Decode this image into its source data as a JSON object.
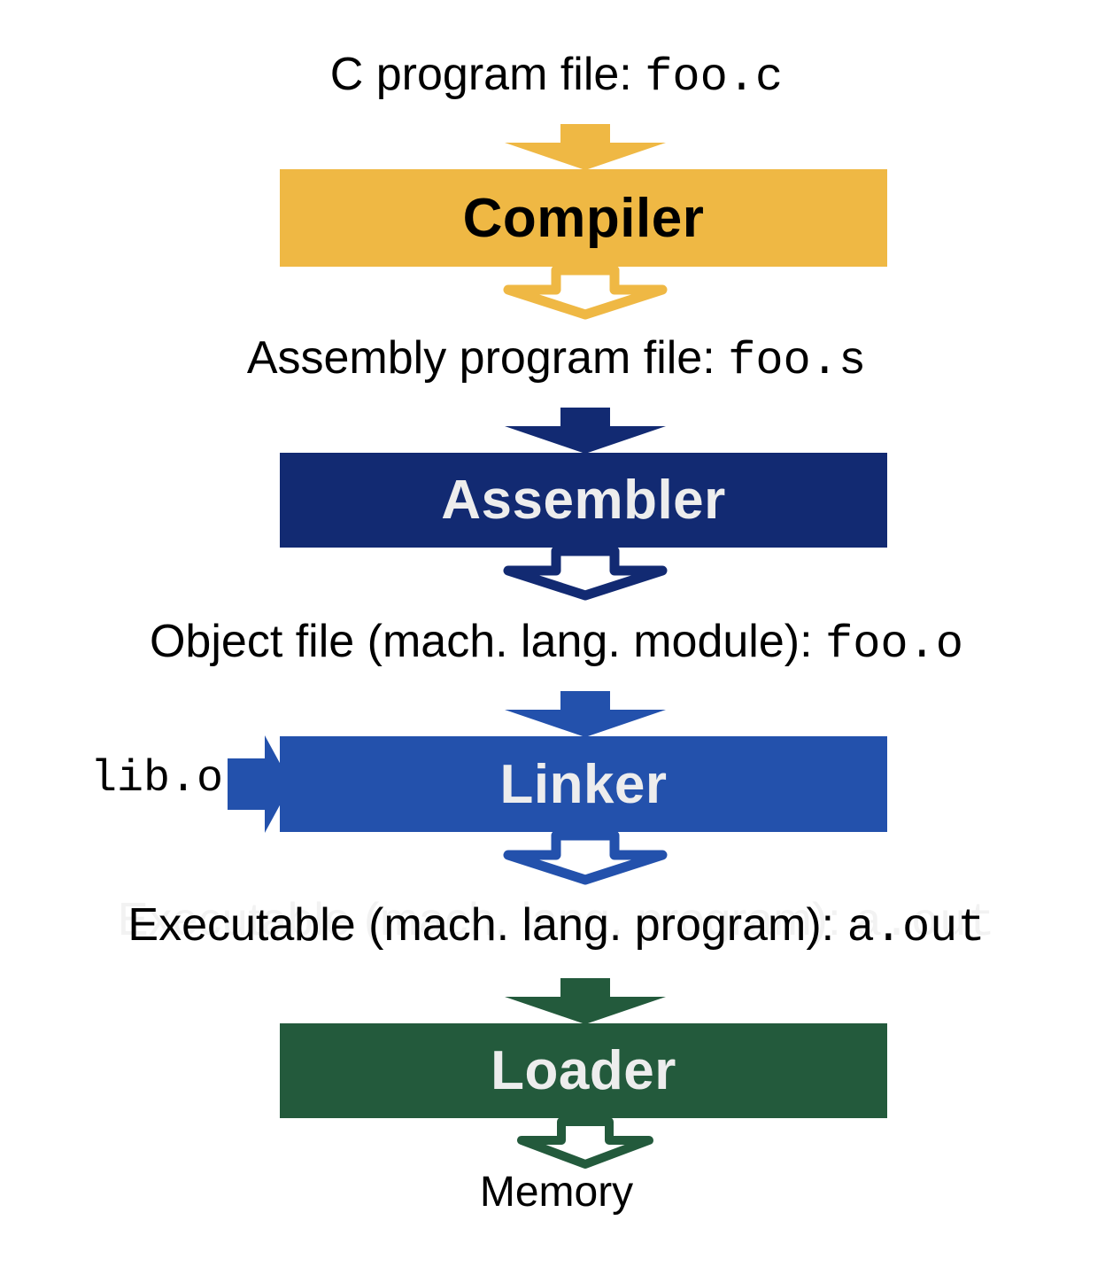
{
  "diagram": {
    "title": "C compilation toolchain pipeline",
    "colors": {
      "compiler": "#EFB844",
      "assembler": "#122A72",
      "linker": "#2351AC",
      "loader": "#235A3C",
      "box_text_light": "#EDEDED",
      "box_text_dark": "#000000",
      "caption_text": "#000000",
      "background": "#FFFFFF"
    },
    "captions": {
      "source": {
        "prefix": "C program file: ",
        "filename": "foo.c"
      },
      "assembly": {
        "prefix": "Assembly program file: ",
        "filename": "foo.s"
      },
      "object": {
        "prefix": "Object file (mach. lang. module): ",
        "filename": "foo.o"
      },
      "executable": {
        "prefix": "Executable (mach. lang. program): ",
        "filename": "a.out"
      },
      "memory": {
        "label": "Memory"
      }
    },
    "library_input": {
      "label": "lib.o"
    },
    "stages": [
      {
        "id": "compiler",
        "label": "Compiler",
        "color": "#EFB844",
        "text_color": "#000000"
      },
      {
        "id": "assembler",
        "label": "Assembler",
        "color": "#122A72",
        "text_color": "#EDEDED"
      },
      {
        "id": "linker",
        "label": "Linker",
        "color": "#2351AC",
        "text_color": "#EDEDED"
      },
      {
        "id": "loader",
        "label": "Loader",
        "color": "#235A3C",
        "text_color": "#EDEDED"
      }
    ],
    "arrows": [
      {
        "id": "source-to-compiler",
        "style": "filled",
        "direction": "down",
        "color": "#EFB844"
      },
      {
        "id": "compiler-to-assembly",
        "style": "outline",
        "direction": "down",
        "color": "#EFB844"
      },
      {
        "id": "assembly-to-assembler",
        "style": "filled",
        "direction": "down",
        "color": "#122A72"
      },
      {
        "id": "assembler-to-object",
        "style": "outline",
        "direction": "down",
        "color": "#122A72"
      },
      {
        "id": "object-to-linker",
        "style": "filled",
        "direction": "down",
        "color": "#2351AC"
      },
      {
        "id": "lib-to-linker",
        "style": "filled",
        "direction": "right",
        "color": "#2351AC"
      },
      {
        "id": "linker-to-executable",
        "style": "outline",
        "direction": "down",
        "color": "#2351AC"
      },
      {
        "id": "executable-to-loader",
        "style": "filled",
        "direction": "down",
        "color": "#235A3C"
      },
      {
        "id": "loader-to-memory",
        "style": "outline",
        "direction": "down",
        "color": "#235A3C"
      }
    ]
  }
}
